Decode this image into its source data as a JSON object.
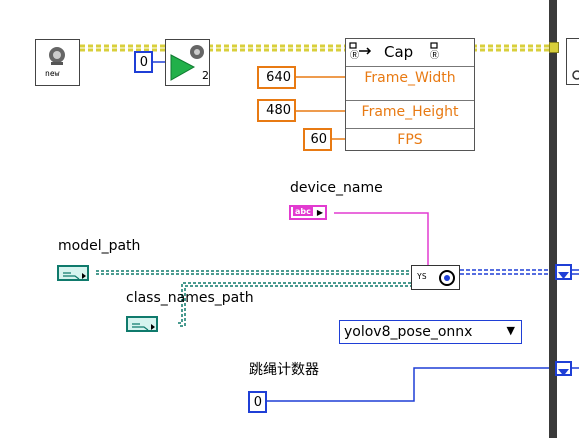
{
  "blocks": {
    "new_label": "new",
    "start_count": "2",
    "node_text": "YS"
  },
  "camera": {
    "index_value": "0",
    "node_title": "Cap",
    "properties": [
      "Frame_Width",
      "Frame_Height",
      "FPS"
    ],
    "width_value": "640",
    "height_value": "480",
    "fps_value": "60"
  },
  "controls": {
    "device_name_label": "device_name",
    "device_name_glyph": "abc",
    "model_path_label": "model_path",
    "class_names_path_label": "class_names_path",
    "model_select": "yolov8_pose_onnx",
    "counter_label": "跳绳计数器",
    "counter_value": "0"
  },
  "colors": {
    "refnum_wire": "#d8cf3b",
    "path_wire": "#0f7a6c",
    "string_wire": "#e23bd0",
    "numeric_orange": "#e87a13",
    "integer_blue": "#1f3fd6",
    "loop_border": "#3a3a3a"
  }
}
